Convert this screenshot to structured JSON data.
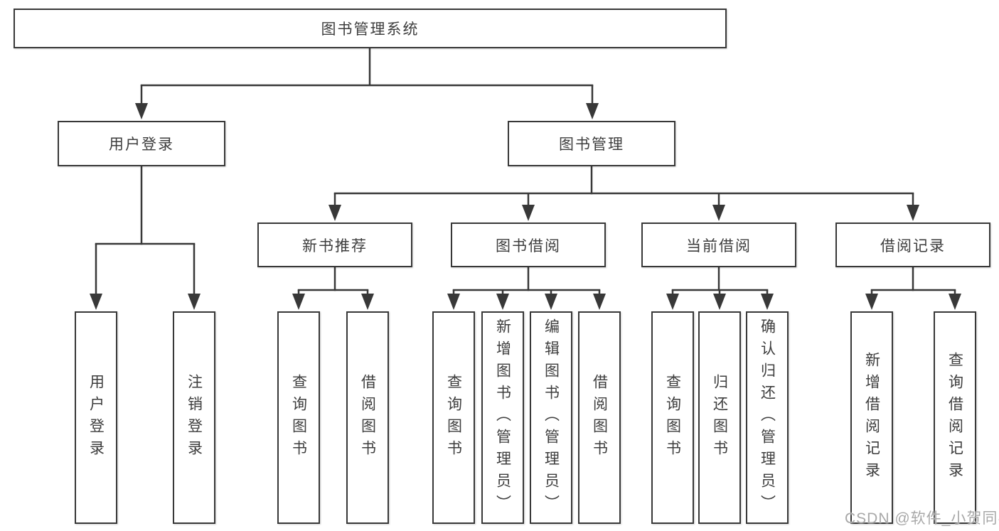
{
  "diagram": {
    "title_node": "图书管理系统",
    "level2": [
      {
        "label": "用户登录"
      },
      {
        "label": "图书管理"
      }
    ],
    "level3": [
      {
        "label": "新书推荐"
      },
      {
        "label": "图书借阅"
      },
      {
        "label": "当前借阅"
      },
      {
        "label": "借阅记录"
      }
    ],
    "leaves": [
      {
        "label": "用户登录"
      },
      {
        "label": "注销登录"
      },
      {
        "label": "查询图书"
      },
      {
        "label": "借阅图书"
      },
      {
        "label": "查询图书"
      },
      {
        "label": "新增图书（管理员）"
      },
      {
        "label": "编辑图书（管理员）"
      },
      {
        "label": "借阅图书"
      },
      {
        "label": "查询图书"
      },
      {
        "label": "归还图书"
      },
      {
        "label": "确认归还（管理员）"
      },
      {
        "label": "新增借阅记录"
      },
      {
        "label": "查询借阅记录"
      }
    ],
    "watermark": "CSDN @软件_小贺同学",
    "colors": {
      "line": "#383838",
      "text": "#3d3d3d",
      "watermark": "#a8a8a8",
      "background": "#ffffff"
    }
  }
}
